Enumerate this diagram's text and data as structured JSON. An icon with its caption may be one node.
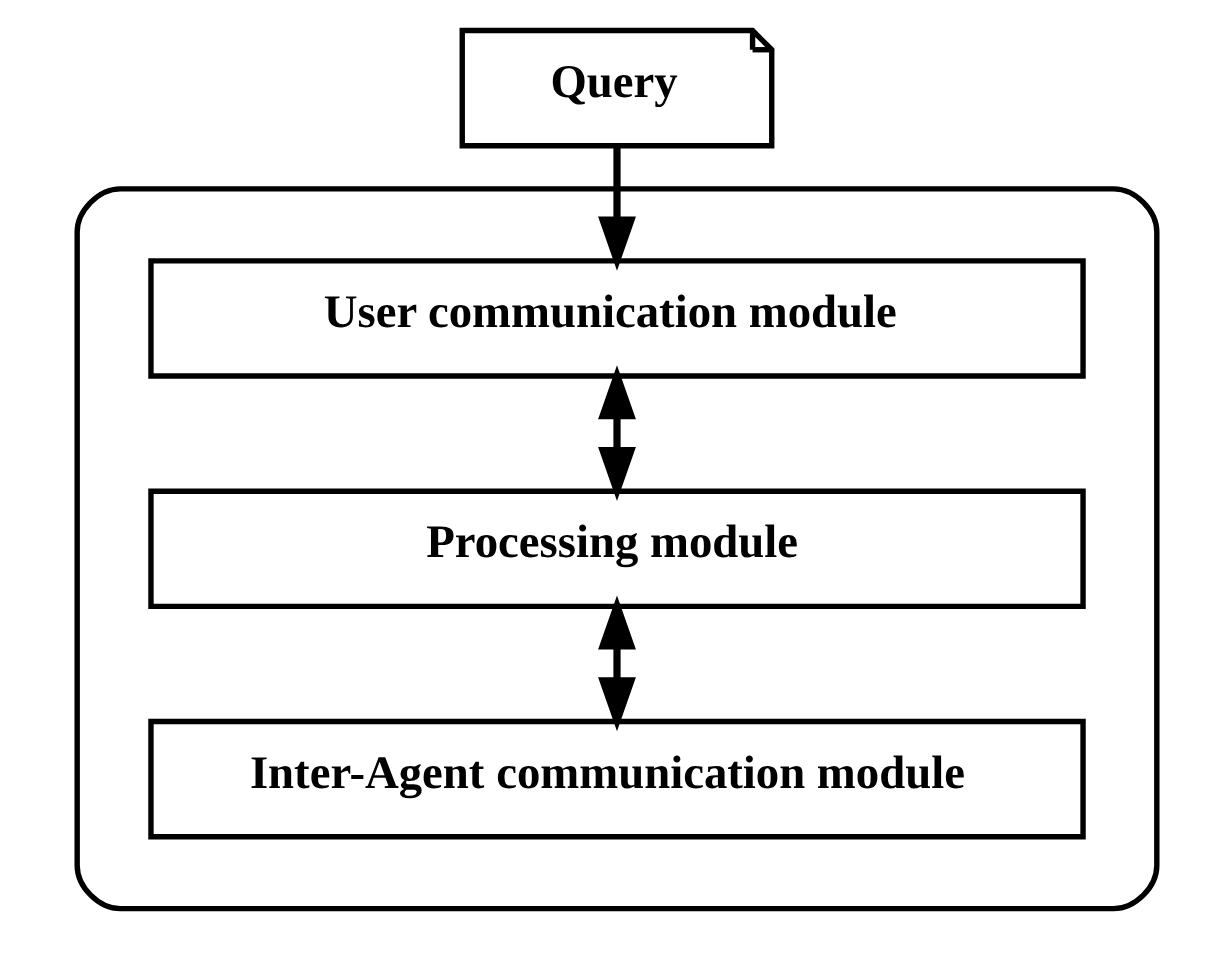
{
  "diagram": {
    "nodes": [
      {
        "text": [
          "Query"
        ]
      },
      {
        "text": [],
        "shape": "box"
      },
      {
        "text": [
          "User communication module"
        ],
        "in": 1
      },
      {
        "text": [
          "Processing module"
        ],
        "in": 1
      },
      {
        "text": [
          "Inter-Agent communication module"
        ],
        "in": 1
      }
    ],
    "edges": [
      {
        "from": 0,
        "to": 2,
        "arrow": "to"
      },
      {
        "from": 2,
        "to": 3,
        "arrow": "both"
      },
      {
        "from": 3,
        "to": 4,
        "arrow": "both"
      }
    ]
  }
}
